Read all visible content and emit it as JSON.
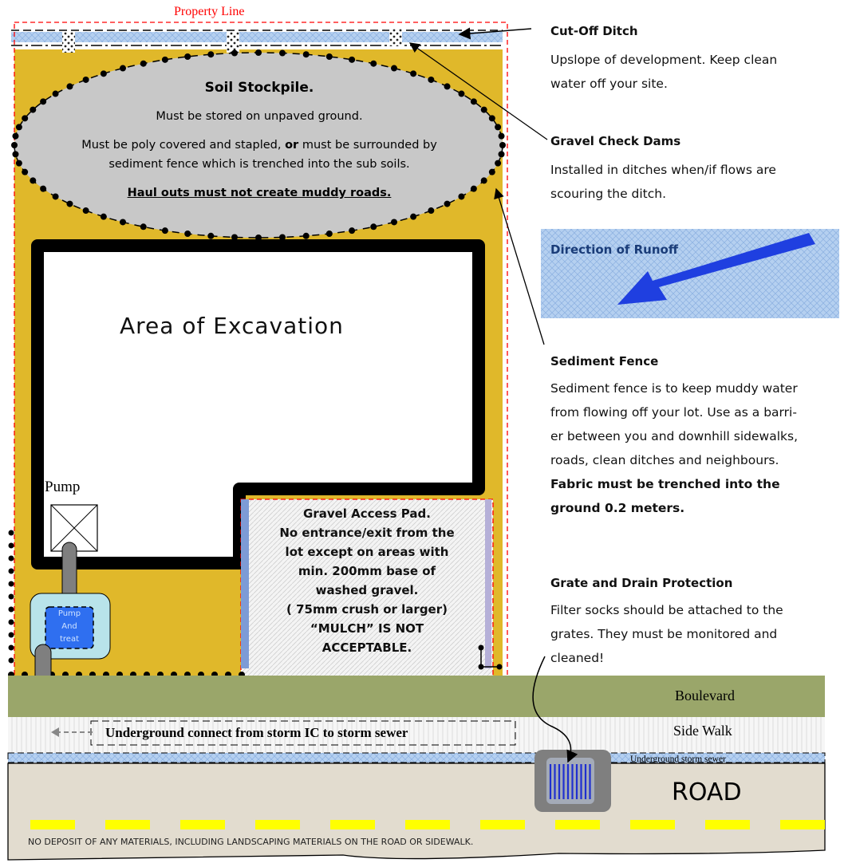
{
  "site": {
    "property_line": "Property Line",
    "stockpile": {
      "title": "Soil Stockpile.",
      "line1": "Must be stored on unpaved ground.",
      "line2a": "Must be poly covered and stapled, ",
      "line2_or": "or",
      "line2b": " must be surrounded by",
      "line3": "sediment fence which is trenched into the sub soils.",
      "line4": "Haul outs must not create muddy roads."
    },
    "excavation": "Area of Excavation",
    "pump": "Pump",
    "pump_treat": [
      "Pump",
      "And",
      "treat"
    ],
    "gravel_pad": [
      "Gravel Access Pad.",
      "No entrance/exit from the",
      "lot except on areas with",
      "min. 200mm base of",
      "washed gravel.",
      "( 75mm crush or larger)",
      "“MULCH” IS NOT",
      "ACCEPTABLE."
    ],
    "boulevard": "Boulevard",
    "sidewalk": "Side Walk",
    "underground_connect": "Underground connect from storm IC to storm sewer",
    "underground_sewer": "Underground storm sewer",
    "road": "ROAD",
    "road_notice": "NO DEPOSIT OF ANY MATERIALS, INCLUDING LANDSCAPING MATERIALS ON THE ROAD OR SIDEWALK."
  },
  "annotations": {
    "cutoff": {
      "title": "Cut-Off Ditch",
      "body": [
        "Upslope of development. Keep clean",
        "water off your site."
      ]
    },
    "checkdams": {
      "title": "Gravel Check Dams",
      "body": [
        "Installed in ditches when/if flows are",
        "scouring the ditch."
      ]
    },
    "runoff": {
      "label": "Direction of Runoff"
    },
    "fence": {
      "title": "Sediment Fence",
      "body": [
        "Sediment fence is to keep muddy water",
        "from flowing off your lot. Use as a barri-",
        "er between you and downhill sidewalks,",
        "roads, clean ditches and neighbours."
      ],
      "bold": [
        "Fabric must be trenched into the",
        "ground 0.2 meters."
      ]
    },
    "grate": {
      "title": "Grate and Drain Protection",
      "body": [
        "Filter socks should be attached to the",
        "grates. They must be monitored and",
        "cleaned!"
      ]
    }
  },
  "colors": {
    "lot": "#e0b82a",
    "stockpile": "#c8c8c8",
    "boulevard": "#9aa66a",
    "road": "#e2dccf",
    "road_line": "#ffff00",
    "runoff_arrow": "#1f3fe0",
    "runoff_box": "#a9c9ee",
    "property_line": "#ff0000",
    "ditch": "#aac8ec"
  },
  "icons": {
    "pump": "pump-box-x-icon",
    "drain": "storm-grate-icon",
    "runoff": "runoff-arrow-icon"
  }
}
